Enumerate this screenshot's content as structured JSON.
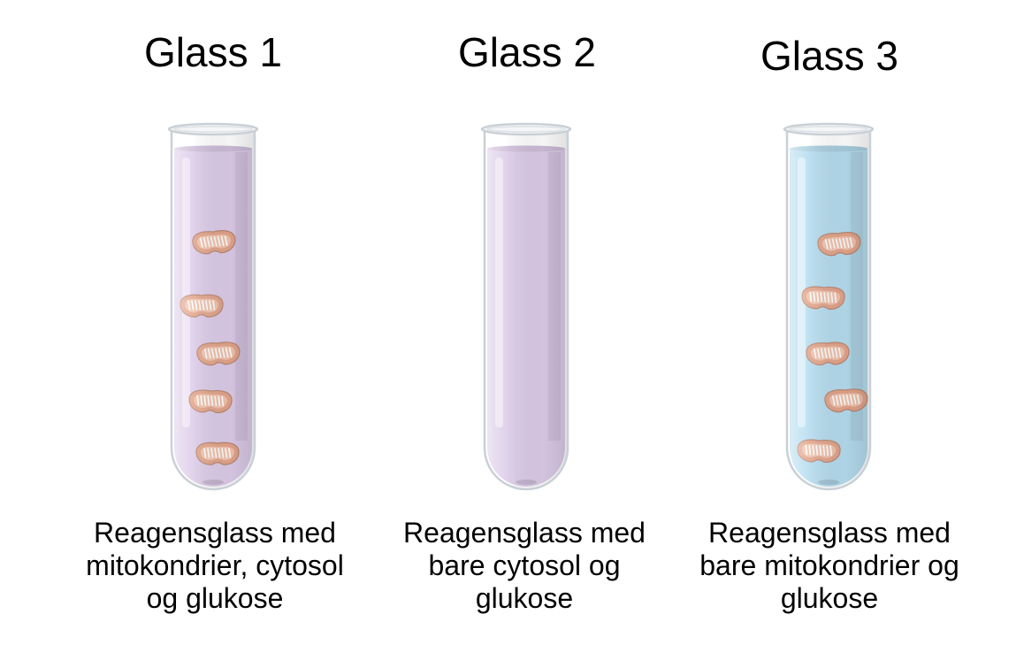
{
  "glasses": [
    {
      "title": "Glass 1",
      "caption": [
        "Reagensglass med",
        "mitokondrier, cytosol",
        "og glukose"
      ],
      "liquid_color": "#dccbe8",
      "mitochondria_count": 5
    },
    {
      "title": "Glass 2",
      "caption": [
        "Reagensglass med",
        "bare cytosol og",
        "glukose"
      ],
      "liquid_color": "#dccbe8",
      "mitochondria_count": 0
    },
    {
      "title": "Glass 3",
      "caption": [
        "Reagensglass med",
        "bare mitokondrier og",
        "glukose"
      ],
      "liquid_color": "#b5dcef",
      "mitochondria_count": 5
    }
  ],
  "colors": {
    "glass_rim": "#c9d0d6",
    "mitochondrion_outer": "#e2a48a",
    "mitochondrion_cristae": "#ffffff"
  },
  "icons": [
    "test-tube-icon",
    "mitochondrion-icon"
  ]
}
